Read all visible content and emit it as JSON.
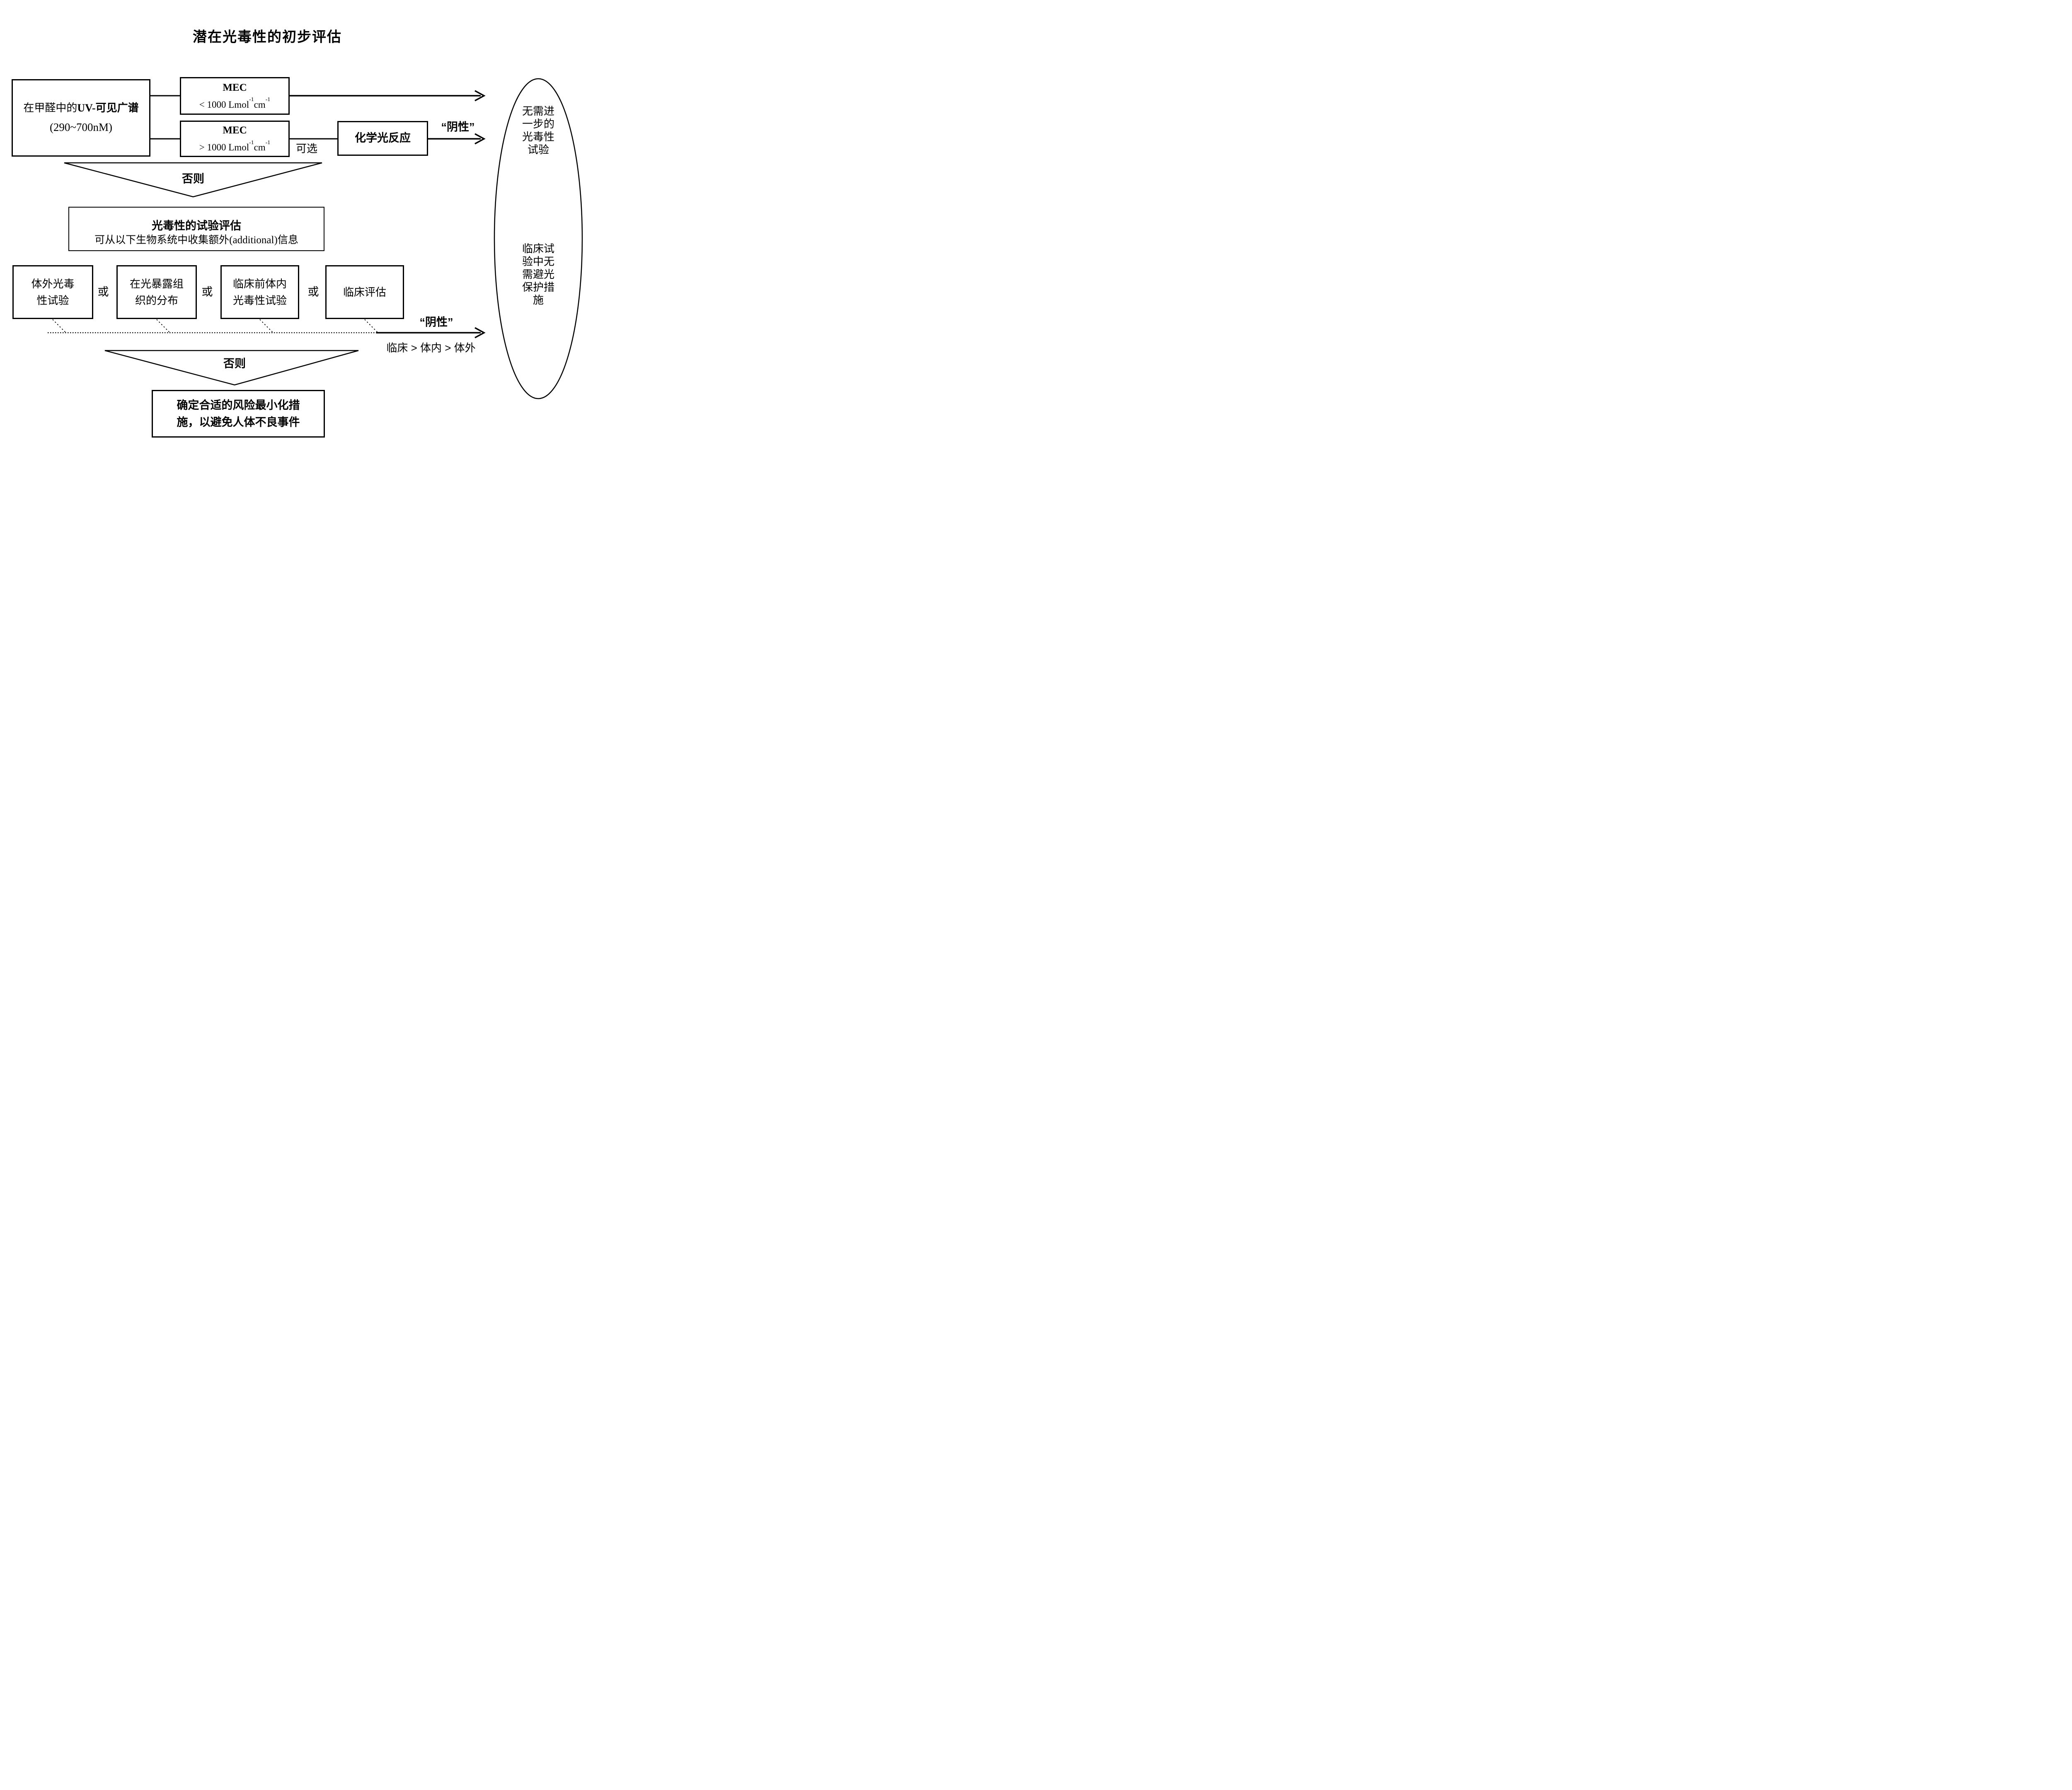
{
  "title": "潜在光毒性的初步评估",
  "colors": {
    "ink": "#000000",
    "background": "#ffffff"
  },
  "uv_box": {
    "line1_regular": "在甲醛中的",
    "line1_bold_latin": "UV-",
    "line1_bold_cn": "可见广谱",
    "line2": "(290~700nM)"
  },
  "mec_low": {
    "name": "MEC",
    "prefix": "< 1000 Lmol",
    "sup1": "-1",
    "mid": "cm",
    "sup2": "-1"
  },
  "mec_high": {
    "name": "MEC",
    "prefix": "> 1000 Lmol",
    "sup1": "-1",
    "mid": "cm",
    "sup2": "-1"
  },
  "optional_label": "可选",
  "photo_reaction_box": "化学光反应",
  "negative_top": "“阴性”",
  "negative_bottom": "“阴性”",
  "otherwise_top": "否则",
  "otherwise_bottom": "否则",
  "assessment_box": {
    "line1": "光毒性的试验评估",
    "line2_cn1": "可从以下生物系统中收集额外",
    "line2_latin": "(additional)",
    "line2_cn2": "信息"
  },
  "option_boxes": [
    {
      "lines": [
        "体外光毒",
        "性试验"
      ]
    },
    {
      "lines": [
        "在光暴露组",
        "织的分布"
      ]
    },
    {
      "lines": [
        "临床前体内",
        "光毒性试验"
      ]
    },
    {
      "lines": [
        "临床评估"
      ]
    }
  ],
  "or_labels": [
    "或",
    "或",
    "或"
  ],
  "priority_label": "临床 > 体内 > 体外",
  "risk_box": {
    "line1": "确定合适的风险最小化措",
    "line2": "施，以避免人体不良事件"
  },
  "ellipse": {
    "group1": [
      "无需进",
      "一步的",
      "光毒性",
      "试验"
    ],
    "group2": [
      "临床试",
      "验中无",
      "需避光",
      "保护措",
      "施"
    ]
  }
}
